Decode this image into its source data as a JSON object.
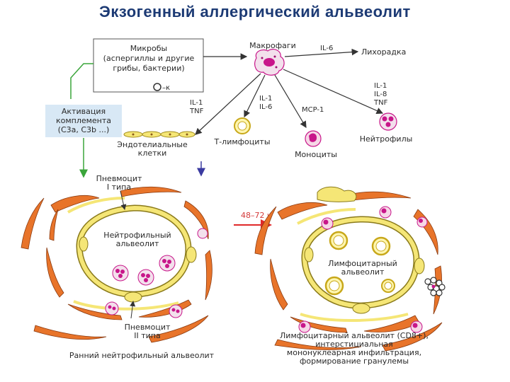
{
  "title": "Экзогенный аллергический альвеолит",
  "microbes_box": {
    "line1": "Микробы",
    "line2": "(аспергиллы и другие",
    "line3": "грибы, бактерии)",
    "symbol_k": "–к"
  },
  "complement": {
    "line1": "Активация",
    "line2": "комплемента",
    "line3": "(С3а, С3b ...)"
  },
  "macrophage": {
    "label": "Макрофаги"
  },
  "cytokines": {
    "il6_fever": "IL-6",
    "fever": "Лихорадка",
    "il1_tnf_a": "IL-1",
    "il1_tnf_b": "TNF",
    "il1_il6_a": "IL-1",
    "il1_il6_b": "IL-6",
    "mcp1": "MCP-1",
    "neutro_a": "IL-1",
    "neutro_b": "IL-8",
    "neutro_c": "TNF"
  },
  "cells": {
    "endothelial_1": "Эндотелиальные",
    "endothelial_2": "клетки",
    "t_lymph": "Т-лимфоциты",
    "monocytes": "Моноциты",
    "neutrophils": "Нейтрофилы"
  },
  "left_alveolus": {
    "pneumocyte1_a": "Пневмоцит",
    "pneumocyte1_b": "I типа",
    "name_a": "Нейтрофильный",
    "name_b": "альвеолит",
    "pneumocyte2_a": "Пневмоцит",
    "pneumocyte2_b": "II типа",
    "caption": "Ранний нейтрофильный альвеолит"
  },
  "time_arrow": "48–72 ч",
  "right_alveolus": {
    "name_a": "Лимфоцитарный",
    "name_b": "альвеолит",
    "caption_1": "Лимфоцитарный альвеолит (CD8+),",
    "caption_2": "интерстициальная",
    "caption_3": "мононуклеарная инфильтрация,",
    "caption_4": "формирование гранулемы"
  },
  "colors": {
    "title": "#1c3a74",
    "arrow": "#333333",
    "green_arrow": "#3aa53a",
    "blue_arrow": "#3a3aa0",
    "red_arrow": "#e0292a",
    "time_arrow_text": "#d43a3a",
    "complement_bg": "#d8e8f5",
    "cell_orange": "#e8742a",
    "cell_yellow": "#f5e676",
    "nucleus_magenta": "#c8168a"
  }
}
